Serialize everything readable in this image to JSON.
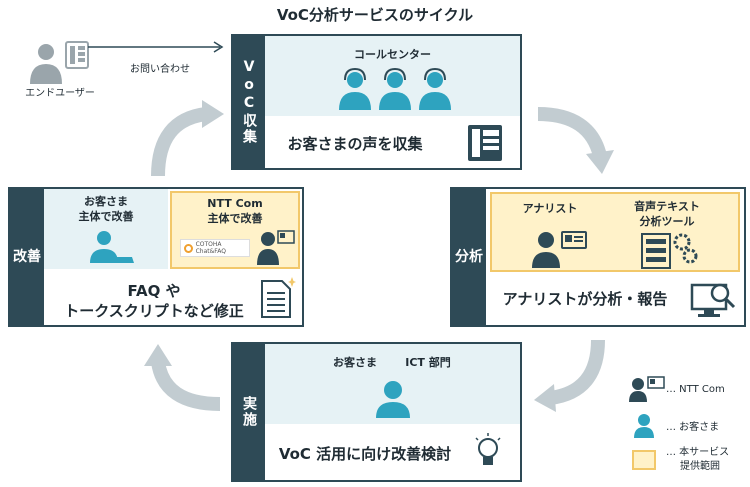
{
  "title": "VoC分析サービスのサイクル",
  "end_user": {
    "label": "エンドユーザー",
    "inquiry": "お問い合わせ"
  },
  "collect": {
    "side": "VoC収集",
    "top_label": "コールセンター",
    "bottom_label": "お客さまの声を収集"
  },
  "analyze": {
    "side": "分析",
    "analyst_label": "アナリスト",
    "tool_label_1": "音声テキスト",
    "tool_label_2": "分析ツール",
    "bottom_label": "アナリストが分析・報告"
  },
  "implement": {
    "side": "実施",
    "customer_label": "お客さま",
    "ict_label": "ICT 部門",
    "bottom_label": "VoC 活用に向け改善検討"
  },
  "improve": {
    "side": "改善",
    "customer_line1": "お客さま",
    "customer_line2": "主体で改善",
    "ntt_line1": "NTT Com",
    "ntt_line2": "主体で改善",
    "logo_text": "COTOHA Chat&FAQ",
    "bottom_line1": "FAQ や",
    "bottom_line2": "トークスクリプトなど修正"
  },
  "legend": {
    "ntt": "… NTT Com",
    "customer": "… お客さま",
    "scope_line1": "… 本サービス",
    "scope_line2": "提供範囲"
  },
  "colors": {
    "dark": "#2e4a56",
    "teal": "#2ea3bf",
    "light_blue": "#e6f2f5",
    "yellow": "#fff2c9",
    "yellow_border": "#f2c86a",
    "arrow_gray": "#c2ccd1",
    "person_gray": "#9aa5ab"
  }
}
